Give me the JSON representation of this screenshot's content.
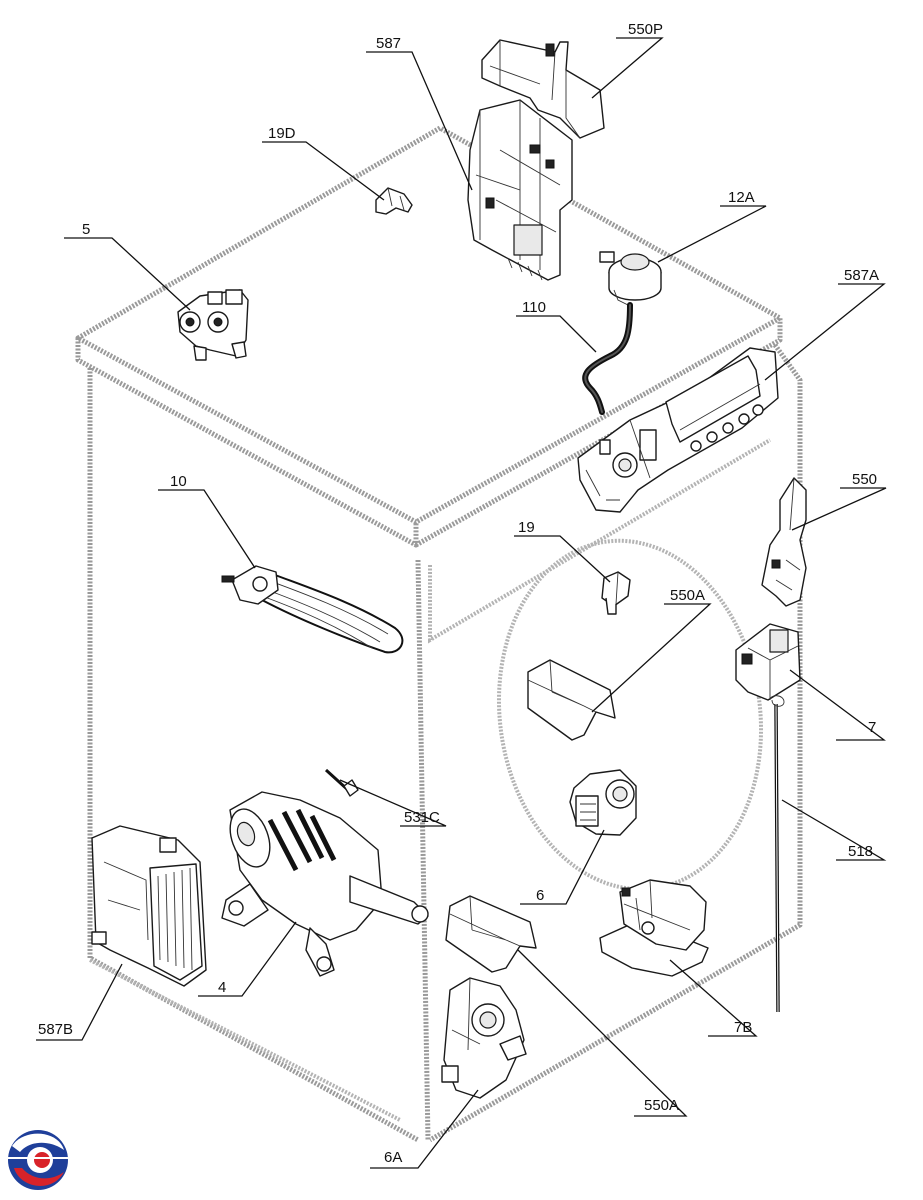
{
  "diagram": {
    "labels": {
      "l587": "587",
      "l550P": "550P",
      "l19D": "19D",
      "l12A": "12A",
      "l5": "5",
      "l110": "110",
      "l587A": "587A",
      "l10": "10",
      "l550": "550",
      "l19": "19",
      "l550A_top": "550A",
      "l7": "7",
      "l531C": "531C",
      "l518": "518",
      "l6": "6",
      "l4": "4",
      "l7B": "7B",
      "l587B": "587B",
      "l550A_bottom": "550A",
      "l6A": "6A"
    }
  },
  "colors": {
    "cabinet_outline": "#9a9a9a",
    "line_art": "#1a1a1a",
    "logo_blue": "#1f3f9a",
    "logo_red": "#d8232a"
  },
  "logo": {
    "icon": "brand-swirl-logo"
  }
}
